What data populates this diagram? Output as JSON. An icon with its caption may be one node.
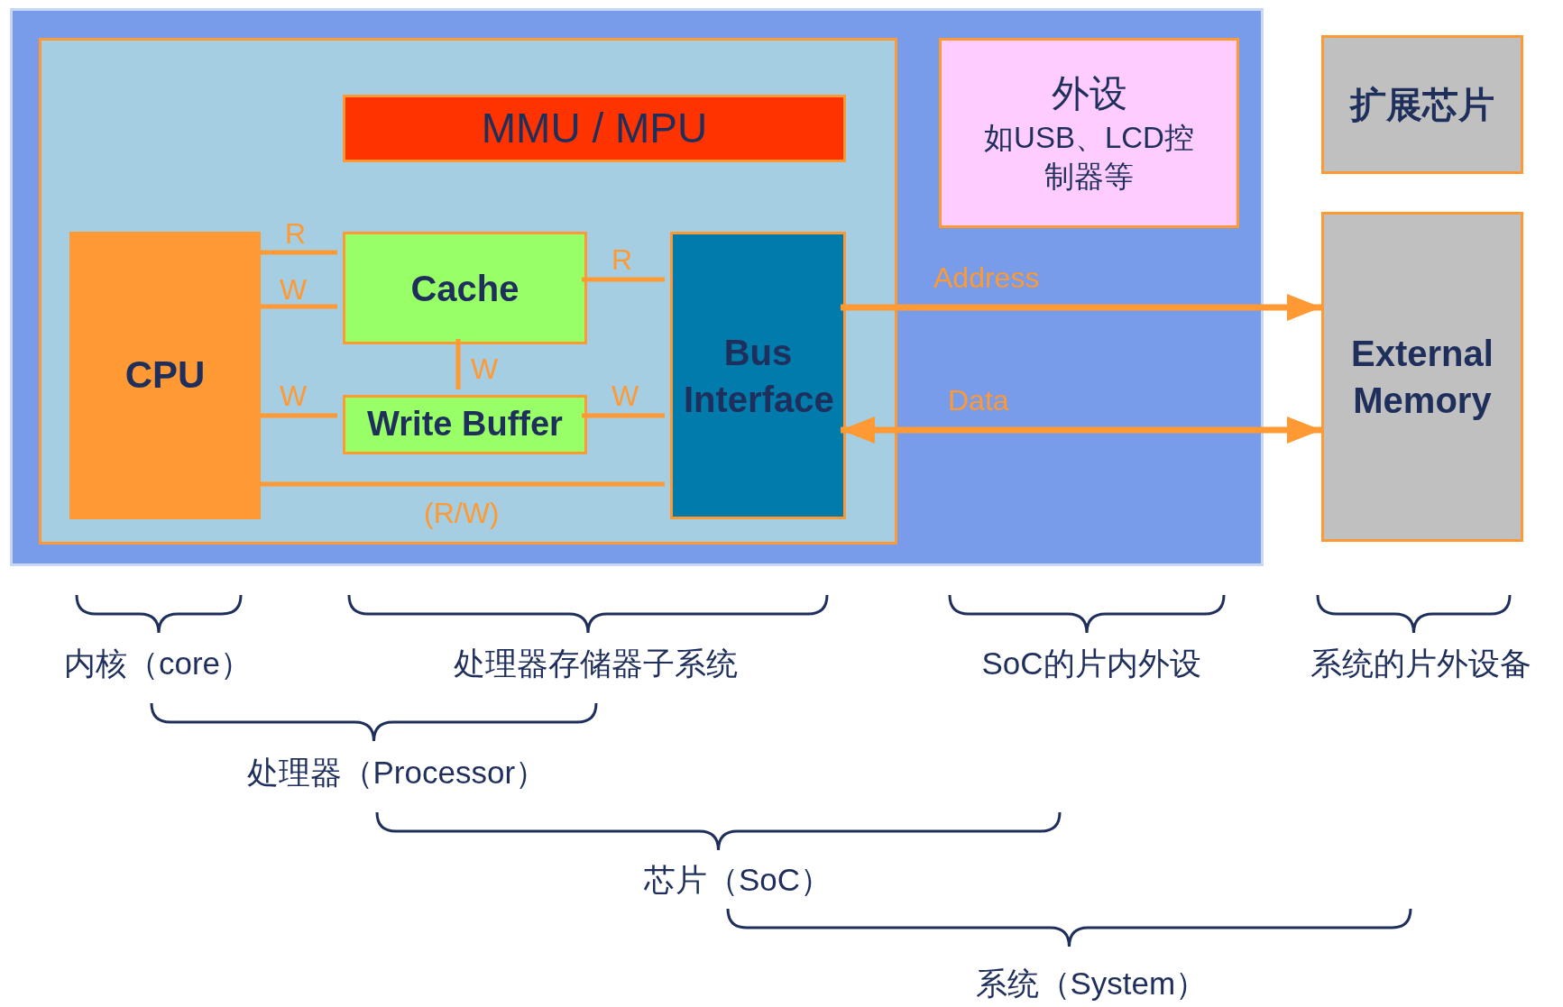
{
  "diagram": {
    "nodes": [
      {
        "text": [],
        "shape": "box"
      },
      {
        "text": [],
        "shape": "box",
        "in": 0
      },
      {
        "text": [
          "MMU / MPU"
        ],
        "in": 1
      },
      {
        "text": [
          "CPU"
        ],
        "in": 1
      },
      {
        "text": [
          "Cache"
        ],
        "in": 1
      },
      {
        "text": [
          "Write Buffer"
        ],
        "in": 1
      },
      {
        "text": [
          "Bus Interface"
        ],
        "in": 1
      },
      {
        "text": [
          "外设",
          "如USB、LCD控制器等"
        ],
        "in": 0
      },
      {
        "text": [
          "扩展芯片"
        ]
      },
      {
        "text": [
          "External Memory"
        ]
      }
    ],
    "edges": [
      {
        "from": 3,
        "to": 4,
        "arrow": "none",
        "label": "R"
      },
      {
        "from": 3,
        "to": 4,
        "arrow": "none",
        "label": "W"
      },
      {
        "from": 4,
        "to": 6,
        "arrow": "none",
        "label": "R"
      },
      {
        "from": 4,
        "to": 5,
        "arrow": "none",
        "label": "W"
      },
      {
        "from": 3,
        "to": 5,
        "arrow": "none",
        "label": "W"
      },
      {
        "from": 5,
        "to": 6,
        "arrow": "none",
        "label": "W"
      },
      {
        "from": 3,
        "to": 6,
        "arrow": "none",
        "label": "(R/W)"
      },
      {
        "from": 6,
        "to": 9,
        "arrow": "to",
        "label": "Address"
      },
      {
        "from": 6,
        "to": 9,
        "arrow": "both",
        "label": "Data"
      }
    ],
    "labels": [
      "内核（core）",
      "处理器存储器子系统",
      "SoC的片内外设",
      "系统的片外设备",
      "处理器（Processor）",
      "芯片（SoC）",
      "系统（System）"
    ]
  }
}
